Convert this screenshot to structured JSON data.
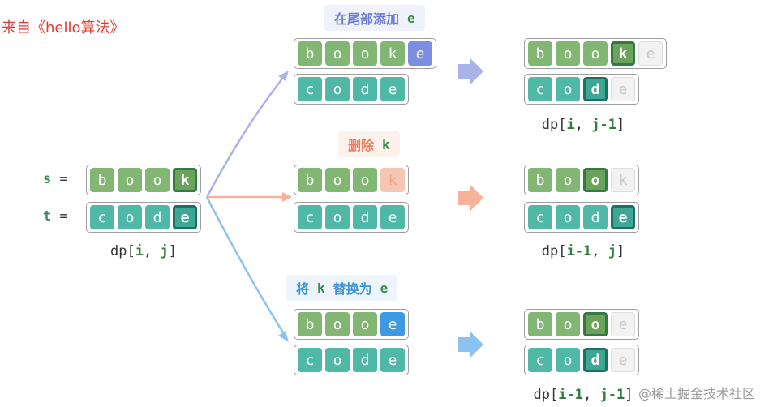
{
  "watermark_top": "来自《hello算法》",
  "watermark_bottom": "@稀土掘金技术社区",
  "left": {
    "s_label": "s",
    "t_label": "t",
    "eq": "=",
    "s": [
      "b",
      "o",
      "o",
      "k"
    ],
    "t": [
      "c",
      "o",
      "d",
      "e"
    ],
    "dp": {
      "pre": "dp[",
      "i": "i",
      "sep": ", ",
      "j": "j",
      "post": "]"
    }
  },
  "ops": {
    "insert": {
      "text": "在尾部添加",
      "char": "e"
    },
    "delete": {
      "text": "删除",
      "char": "k"
    },
    "replace": {
      "pre": "将",
      "char1": "k",
      "mid": "替换为",
      "char2": "e"
    }
  },
  "mid_insert": {
    "s": [
      "b",
      "o",
      "o",
      "k",
      "e"
    ],
    "t": [
      "c",
      "o",
      "d",
      "e"
    ]
  },
  "mid_delete": {
    "s": [
      "b",
      "o",
      "o",
      "k"
    ],
    "t": [
      "c",
      "o",
      "d",
      "e"
    ]
  },
  "mid_replace": {
    "s": [
      "b",
      "o",
      "o",
      "e"
    ],
    "t": [
      "c",
      "o",
      "d",
      "e"
    ]
  },
  "res_insert": {
    "s": [
      "b",
      "o",
      "o",
      "k",
      "e"
    ],
    "t": [
      "c",
      "o",
      "d",
      "e"
    ],
    "dp": {
      "pre": "dp[",
      "i": "i",
      "sep": ", ",
      "j": "j-1",
      "post": "]"
    }
  },
  "res_delete": {
    "s": [
      "b",
      "o",
      "o",
      "k"
    ],
    "t": [
      "c",
      "o",
      "d",
      "e"
    ],
    "dp": {
      "pre": "dp[",
      "i": "i-1",
      "sep": ", ",
      "j": "j",
      "post": "]"
    }
  },
  "res_replace": {
    "s": [
      "b",
      "o",
      "o",
      "e"
    ],
    "t": [
      "c",
      "o",
      "d",
      "e"
    ],
    "dp": {
      "pre": "dp[",
      "i": "i-1",
      "sep": ", ",
      "j": "j-1",
      "post": "]"
    }
  },
  "colors": {
    "insert": "#a9b3ea",
    "delete": "#f7b39a",
    "replace": "#8cc2ef"
  }
}
